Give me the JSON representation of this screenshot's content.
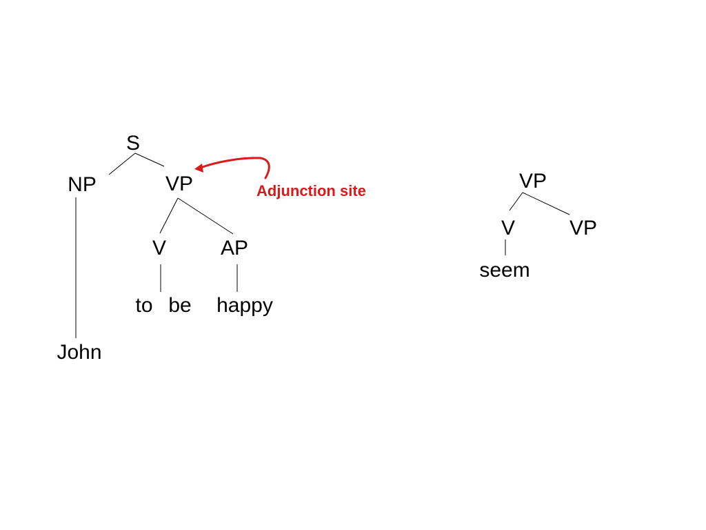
{
  "colors": {
    "text": "#000000",
    "edge": "#000000",
    "accent": "#d91a1a",
    "background": "#ffffff"
  },
  "tree_left": {
    "S": "S",
    "NP": "NP",
    "VP": "VP",
    "V": "V",
    "AP": "AP",
    "to": "to",
    "be": "be",
    "happy": "happy",
    "John": "John"
  },
  "tree_right": {
    "VP_root": "VP",
    "V": "V",
    "VP_child": "VP",
    "seem": "seem"
  },
  "annotation": {
    "label": "Adjunction site"
  }
}
